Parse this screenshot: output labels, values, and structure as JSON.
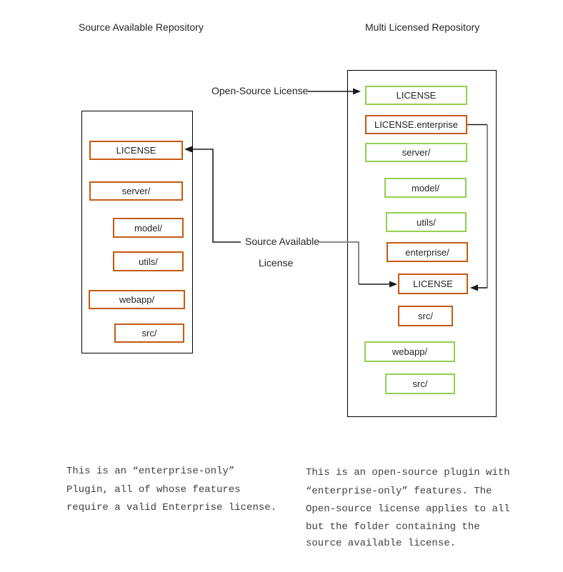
{
  "diagram": {
    "left": {
      "title": "Source Available Repository",
      "items": [
        {
          "label": "LICENSE",
          "variant": "orange",
          "indent": 0
        },
        {
          "label": "server/",
          "variant": "orange",
          "indent": 0
        },
        {
          "label": "model/",
          "variant": "orange",
          "indent": 1
        },
        {
          "label": "utils/",
          "variant": "orange",
          "indent": 1
        },
        {
          "label": "webapp/",
          "variant": "orange",
          "indent": 0
        },
        {
          "label": "src/",
          "variant": "orange",
          "indent": 1
        }
      ],
      "caption_lines": [
        "This is an “enterprise-only”",
        "Plugin, all of whose features",
        "require a valid Enterprise license."
      ]
    },
    "right": {
      "title": "Multi Licensed Repository",
      "items": [
        {
          "label": "LICENSE",
          "variant": "green",
          "indent": 0
        },
        {
          "label": "LICENSE.enterprise",
          "variant": "orange",
          "indent": 0
        },
        {
          "label": "server/",
          "variant": "green",
          "indent": 0
        },
        {
          "label": "model/",
          "variant": "green",
          "indent": 1
        },
        {
          "label": "utils/",
          "variant": "green",
          "indent": 1
        },
        {
          "label": "enterprise/",
          "variant": "orange",
          "indent": 1
        },
        {
          "label": "LICENSE",
          "variant": "orange",
          "indent": 2
        },
        {
          "label": "src/",
          "variant": "orange",
          "indent": 2
        },
        {
          "label": "webapp/",
          "variant": "green",
          "indent": 0
        },
        {
          "label": "src/",
          "variant": "green",
          "indent": 1
        }
      ],
      "caption_lines": [
        "This is an open-source plugin with",
        "“enterprise-only” features. The",
        "Open-source license applies to all",
        "but the folder containing the",
        "source available license."
      ]
    },
    "annotations": {
      "open_source_license": "Open-Source License",
      "source_available_line1": "Source Available",
      "source_available_line2": "License"
    }
  },
  "colors": {
    "orange": "#C55A11",
    "green": "#92D050",
    "line-black": "#1a1a1a",
    "line-gray": "#8a8a8a"
  }
}
